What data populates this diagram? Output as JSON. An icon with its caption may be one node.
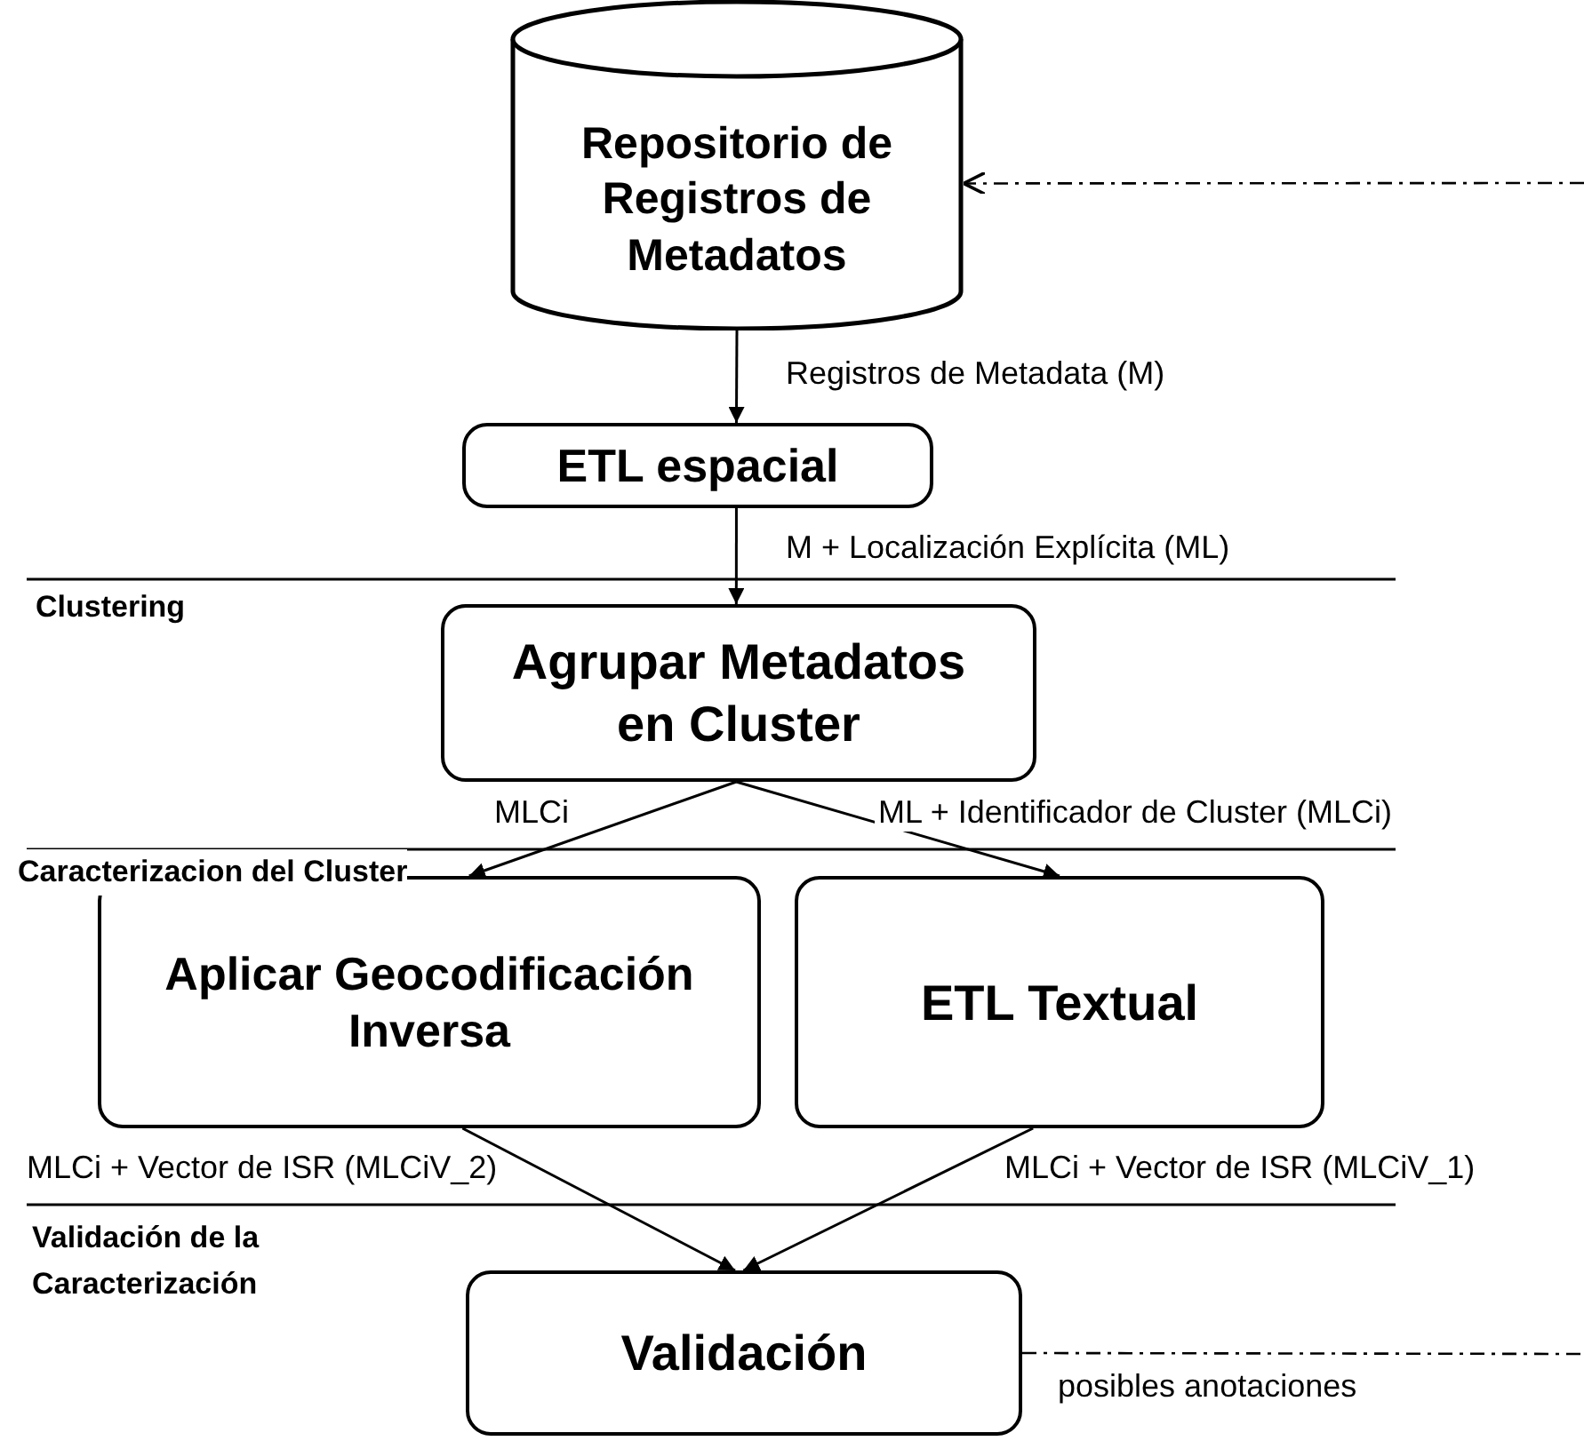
{
  "diagram": {
    "nodes": [
      {
        "text": [
          "Repositorio de Registros de Metadatos"
        ]
      },
      {
        "text": [
          "ETL espacial"
        ]
      },
      {
        "text": [
          "Agrupar Metadatos en Cluster"
        ]
      },
      {
        "text": [
          "Aplicar Geocodificación Inversa"
        ]
      },
      {
        "text": [
          "ETL Textual"
        ]
      },
      {
        "text": [
          "Validación"
        ]
      }
    ],
    "edges": [
      {
        "from": 0,
        "to": 1,
        "arrow": "to",
        "label": "Registros de Metadata (M)"
      },
      {
        "from": 1,
        "to": 2,
        "arrow": "to",
        "label": "M + Localización Explícita (ML)"
      },
      {
        "from": 2,
        "to": 3,
        "arrow": "to",
        "label": "MLCi"
      },
      {
        "from": 2,
        "to": 4,
        "arrow": "to",
        "label": "ML + Identificador de Cluster (MLCi)"
      },
      {
        "from": 3,
        "to": 5,
        "arrow": "to",
        "label": "MLCi + Vector de ISR (MLCiV_2)"
      },
      {
        "from": 4,
        "to": 5,
        "arrow": "to",
        "label": "MLCi + Vector de ISR (MLCiV_1)"
      },
      {
        "from": null,
        "to": 0,
        "arrow": "to",
        "style": "dashed"
      },
      {
        "from": 5,
        "to": null,
        "arrow": "none",
        "style": "dashed",
        "label": "posibles anotaciones"
      }
    ],
    "labels": [
      "Clustering",
      "Caracterizacion del Cluster",
      "Validación de la Caracterización"
    ]
  }
}
